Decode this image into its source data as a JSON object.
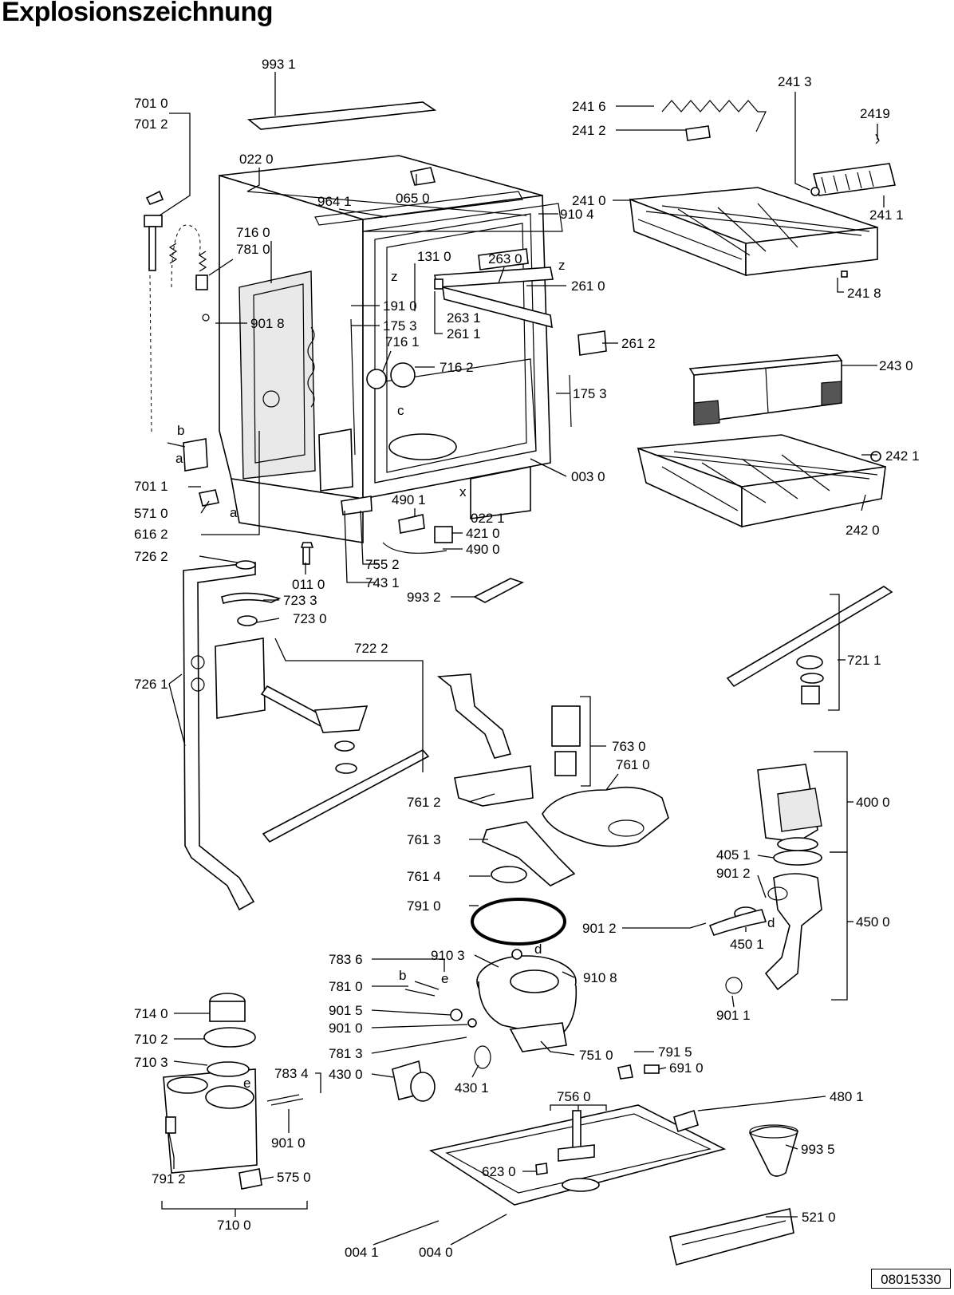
{
  "title": "Explosionszeichnung",
  "document_code": "08015330",
  "letters": [
    "a",
    "b",
    "c",
    "d",
    "e",
    "x",
    "z"
  ],
  "labels": [
    "993 1",
    "701 0",
    "701 2",
    "022 0",
    "065 0",
    "964 1",
    "910 4",
    "716 0",
    "781 0",
    "131 0",
    "263 0",
    "261 0",
    "901 8",
    "191 0",
    "175 3",
    "263 1",
    "261 1",
    "716 1",
    "716 2",
    "261 2",
    "175 3",
    "241 6",
    "241 2",
    "241 3",
    "2419",
    "241 0",
    "241 1",
    "241 8",
    "243 0",
    "242 1",
    "242 0",
    "003 0",
    "701 1",
    "571 0",
    "616 2",
    "490 1",
    "022 1",
    "421 0",
    "490 0",
    "726 2",
    "011 0",
    "755 2",
    "743 1",
    "723 3",
    "723 0",
    "993 2",
    "722 2",
    "721 1",
    "726 1",
    "763 0",
    "761 0",
    "761 2",
    "400 0",
    "761 3",
    "405 1",
    "901 2",
    "761 4",
    "450 0",
    "791 0",
    "901 2",
    "450 1",
    "783 6",
    "910 3",
    "910 8",
    "781 0",
    "901 5",
    "901 0",
    "901 1",
    "714 0",
    "710 2",
    "781 3",
    "751 0",
    "791 5",
    "710 3",
    "783 4",
    "430 0",
    "430 1",
    "691 0",
    "756 0",
    "480 1",
    "901 0",
    "993 5",
    "791 2",
    "623 0",
    "575 0",
    "521 0",
    "710 0",
    "004 1",
    "004 0"
  ]
}
